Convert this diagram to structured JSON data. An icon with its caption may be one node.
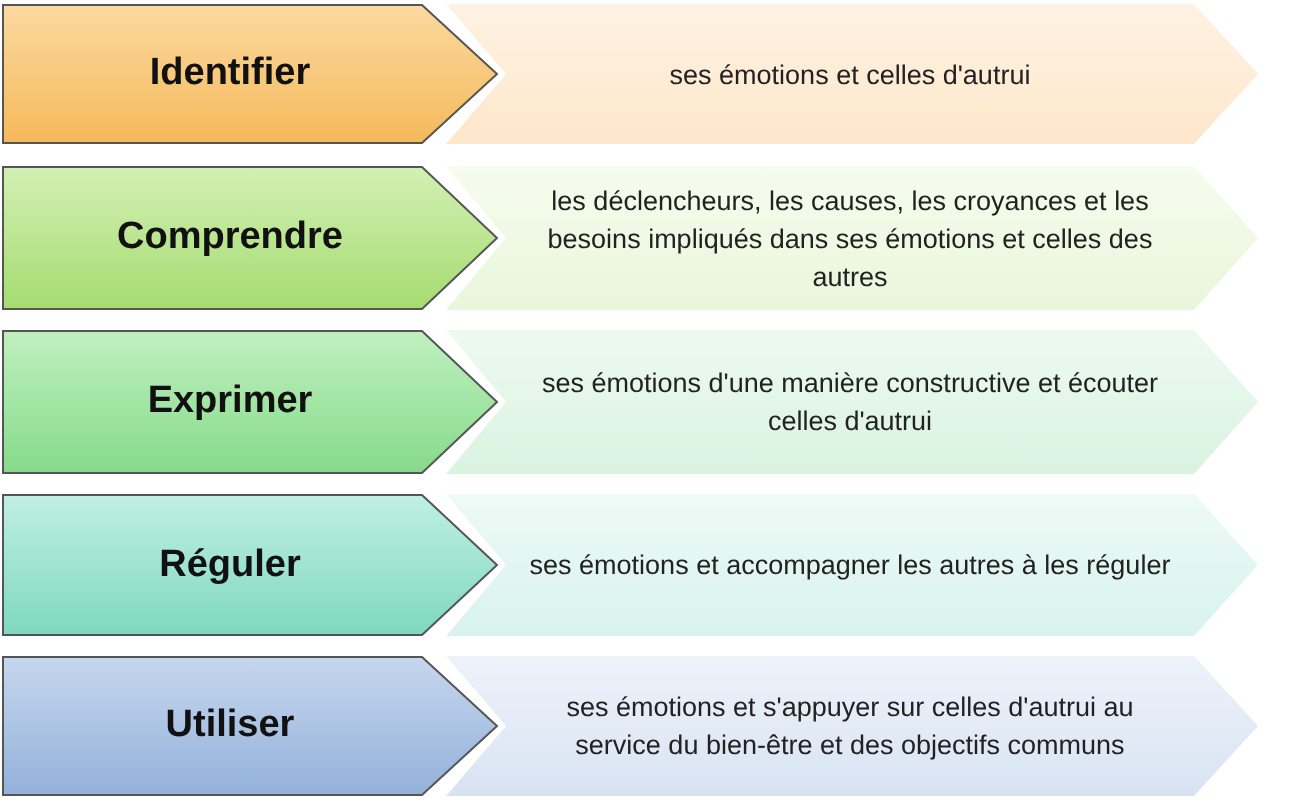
{
  "diagram": {
    "nodes": [
      {
        "text": [
          "Identifier"
        ]
      },
      {
        "text": [
          "ses émotions et celles d'autrui"
        ]
      },
      {
        "text": [
          "Comprendre"
        ]
      },
      {
        "text": [
          "les déclencheurs, les causes, les croyances et les besoins impliqués dans ses émotions et celles des autres"
        ]
      },
      {
        "text": [
          "Exprimer"
        ]
      },
      {
        "text": [
          "ses émotions d'une manière constructive et écouter celles d'autrui"
        ]
      },
      {
        "text": [
          "Réguler"
        ]
      },
      {
        "text": [
          "ses émotions et accompagner les autres à les réguler"
        ]
      },
      {
        "text": [
          "Utiliser"
        ]
      },
      {
        "text": [
          "ses émotions et s'appuyer sur celles d'autrui au service du bien-être et des objectifs communs"
        ]
      }
    ]
  }
}
